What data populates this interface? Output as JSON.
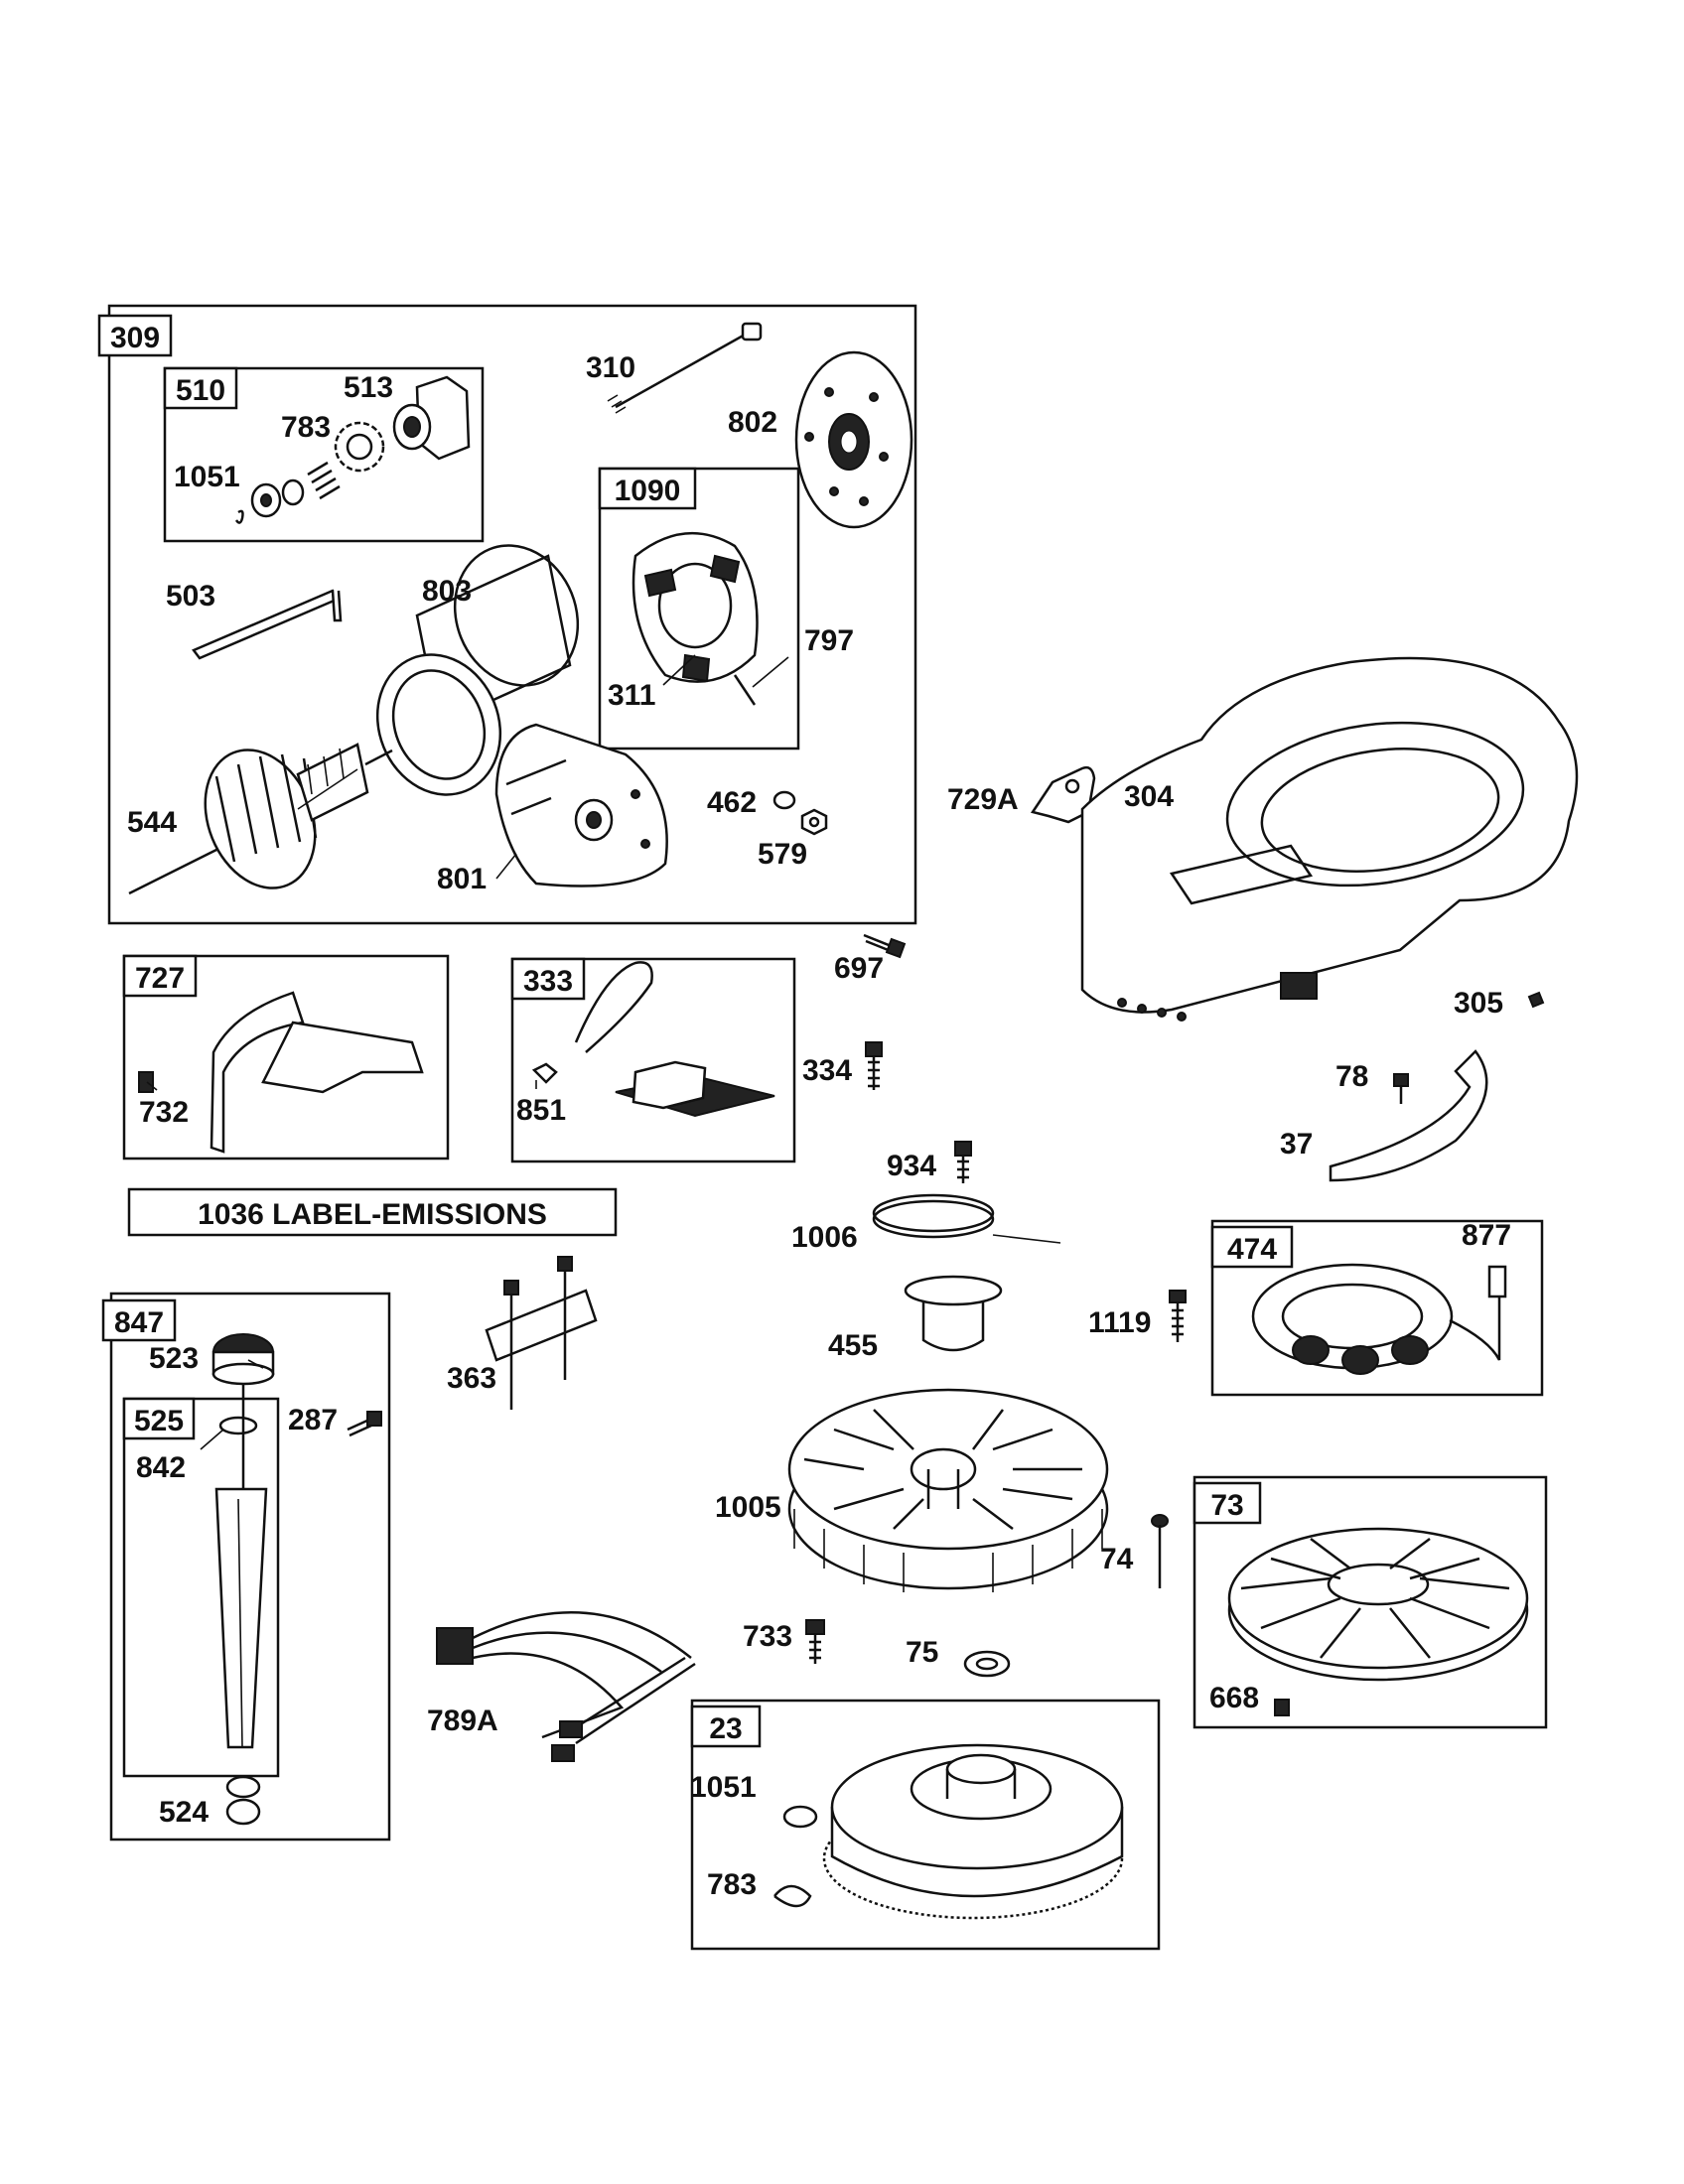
{
  "groups": {
    "g309": "309",
    "g510": "510",
    "g1090": "1090",
    "g727": "727",
    "g333": "333",
    "g847": "847",
    "g525": "525",
    "g474": "474",
    "g73": "73",
    "g23": "23"
  },
  "emissions_label": "1036 LABEL-EMISSIONS",
  "parts": {
    "p310": "310",
    "p802": "802",
    "p513": "513",
    "p783a": "783",
    "p1051a": "1051",
    "p503": "503",
    "p803": "803",
    "p797": "797",
    "p311": "311",
    "p544": "544",
    "p801": "801",
    "p462": "462",
    "p579": "579",
    "p729a": "729A",
    "p304": "304",
    "p697": "697",
    "p732": "732",
    "p851": "851",
    "p334": "334",
    "p305": "305",
    "p78": "78",
    "p37": "37",
    "p934": "934",
    "p1006": "1006",
    "p455": "455",
    "p877": "877",
    "p1119": "1119",
    "p523": "523",
    "p287": "287",
    "p842": "842",
    "p363": "363",
    "p1005": "1005",
    "p74": "74",
    "p733": "733",
    "p75": "75",
    "p668": "668",
    "p789a": "789A",
    "p1051b": "1051",
    "p783b": "783",
    "p524": "524"
  }
}
